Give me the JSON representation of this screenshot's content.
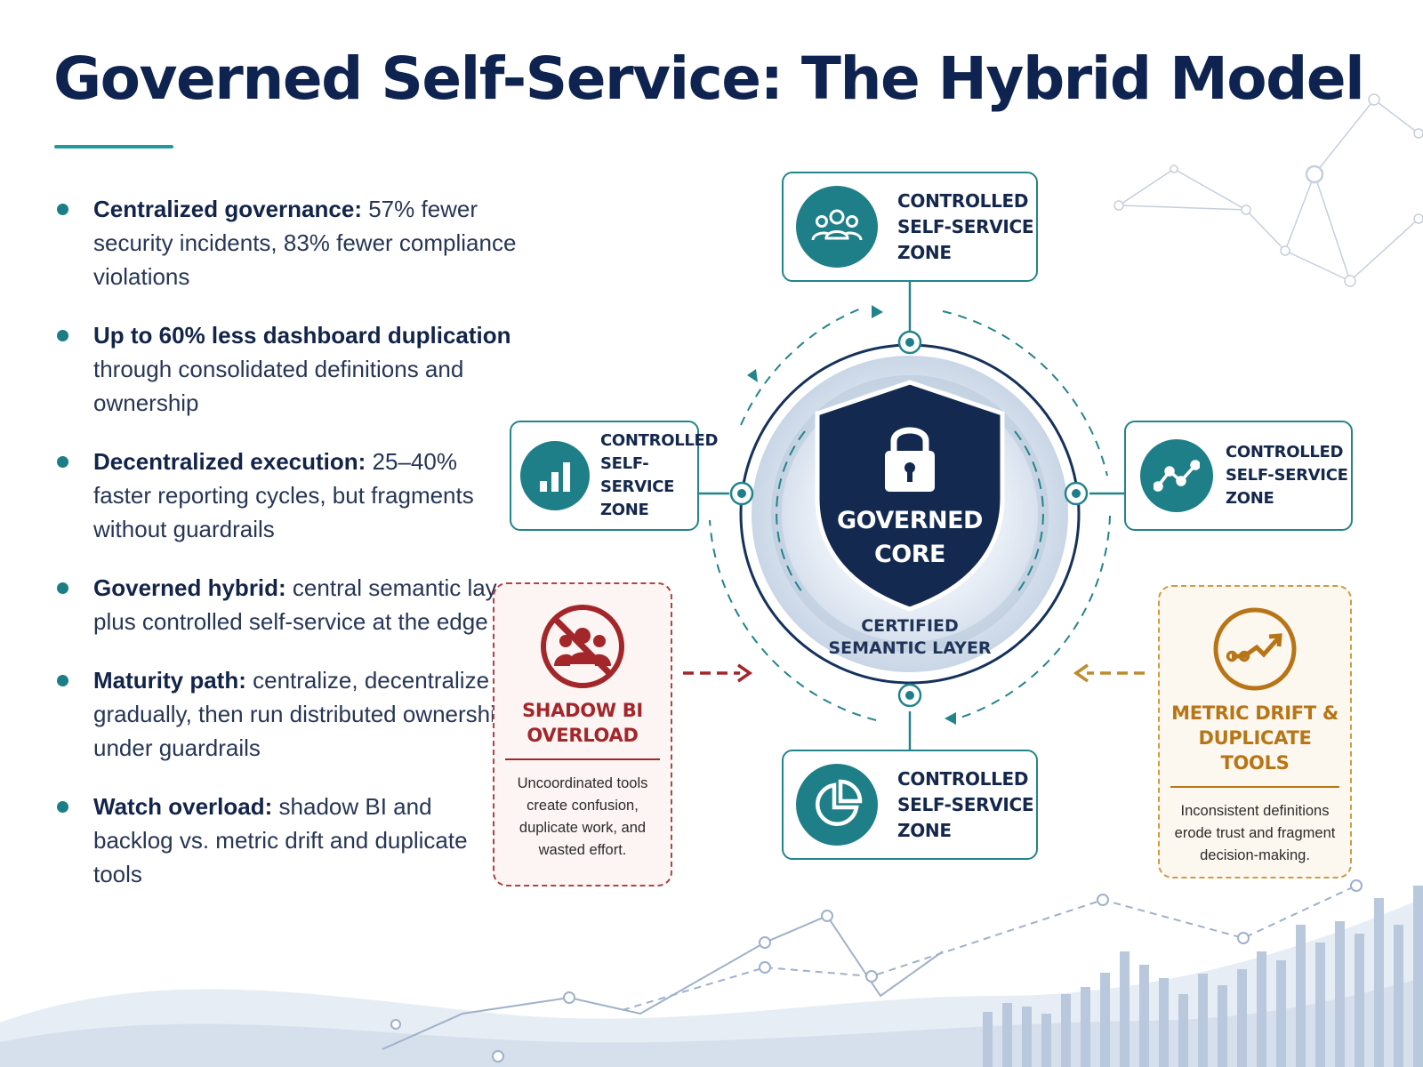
{
  "title": "Governed Self-Service: The Hybrid Model",
  "bullets": [
    {
      "lead": "Centralized governance:",
      "text": " 57% fewer security incidents, 83% fewer compliance violations"
    },
    {
      "lead": "Up to 60% less dashboard duplication",
      "text": " through consolidated definitions and ownership"
    },
    {
      "lead": "Decentralized execution:",
      "text": " 25–40% faster reporting cycles, but fragments without guardrails"
    },
    {
      "lead": "Governed hybrid:",
      "text": " central semantic layer plus controlled self-service at the edge"
    },
    {
      "lead": "Maturity path:",
      "text": " centralize, decentralize gradually, then run distributed ownership under guardrails"
    },
    {
      "lead": "Watch overload:",
      "text": " shadow BI and backlog vs. metric drift and duplicate tools"
    }
  ],
  "diagram": {
    "core": {
      "label": "GOVERNED\nCORE",
      "icon": "lock-icon",
      "shape": "shield"
    },
    "semantic_layer": {
      "label": "CERTIFIED\nSEMANTIC LAYER"
    },
    "zones": [
      {
        "position": "top",
        "label": "CONTROLLED\nSELF-SERVICE\nZONE",
        "icon": "users-icon"
      },
      {
        "position": "left",
        "label": "CONTROLLED\nSELF-SERVICE\nZONE",
        "icon": "bar-chart-icon"
      },
      {
        "position": "right",
        "label": "CONTROLLED\nSELF-SERVICE\nZONE",
        "icon": "line-chart-icon"
      },
      {
        "position": "bottom",
        "label": "CONTROLLED\nSELF-SERVICE\nZONE",
        "icon": "pie-chart-icon"
      }
    ],
    "risks": [
      {
        "position": "left",
        "title": "SHADOW BI\nOVERLOAD",
        "description": "Uncoordinated tools create confusion, duplicate work, and wasted effort.",
        "icon": "no-users-icon",
        "color": "#a3262a"
      },
      {
        "position": "right",
        "title": "METRIC DRIFT &\nDUPLICATE TOOLS",
        "description": "Inconsistent definitions erode trust and fragment decision-making.",
        "icon": "trend-icon",
        "color": "#b87517"
      }
    ]
  },
  "colors": {
    "title": "#0f2350",
    "accent_teal": "#1f9b9e",
    "zone_disc": "#1f7f88",
    "shield": "#13294f",
    "shadow_bi": "#a3262a",
    "metric_drift": "#b87517"
  }
}
